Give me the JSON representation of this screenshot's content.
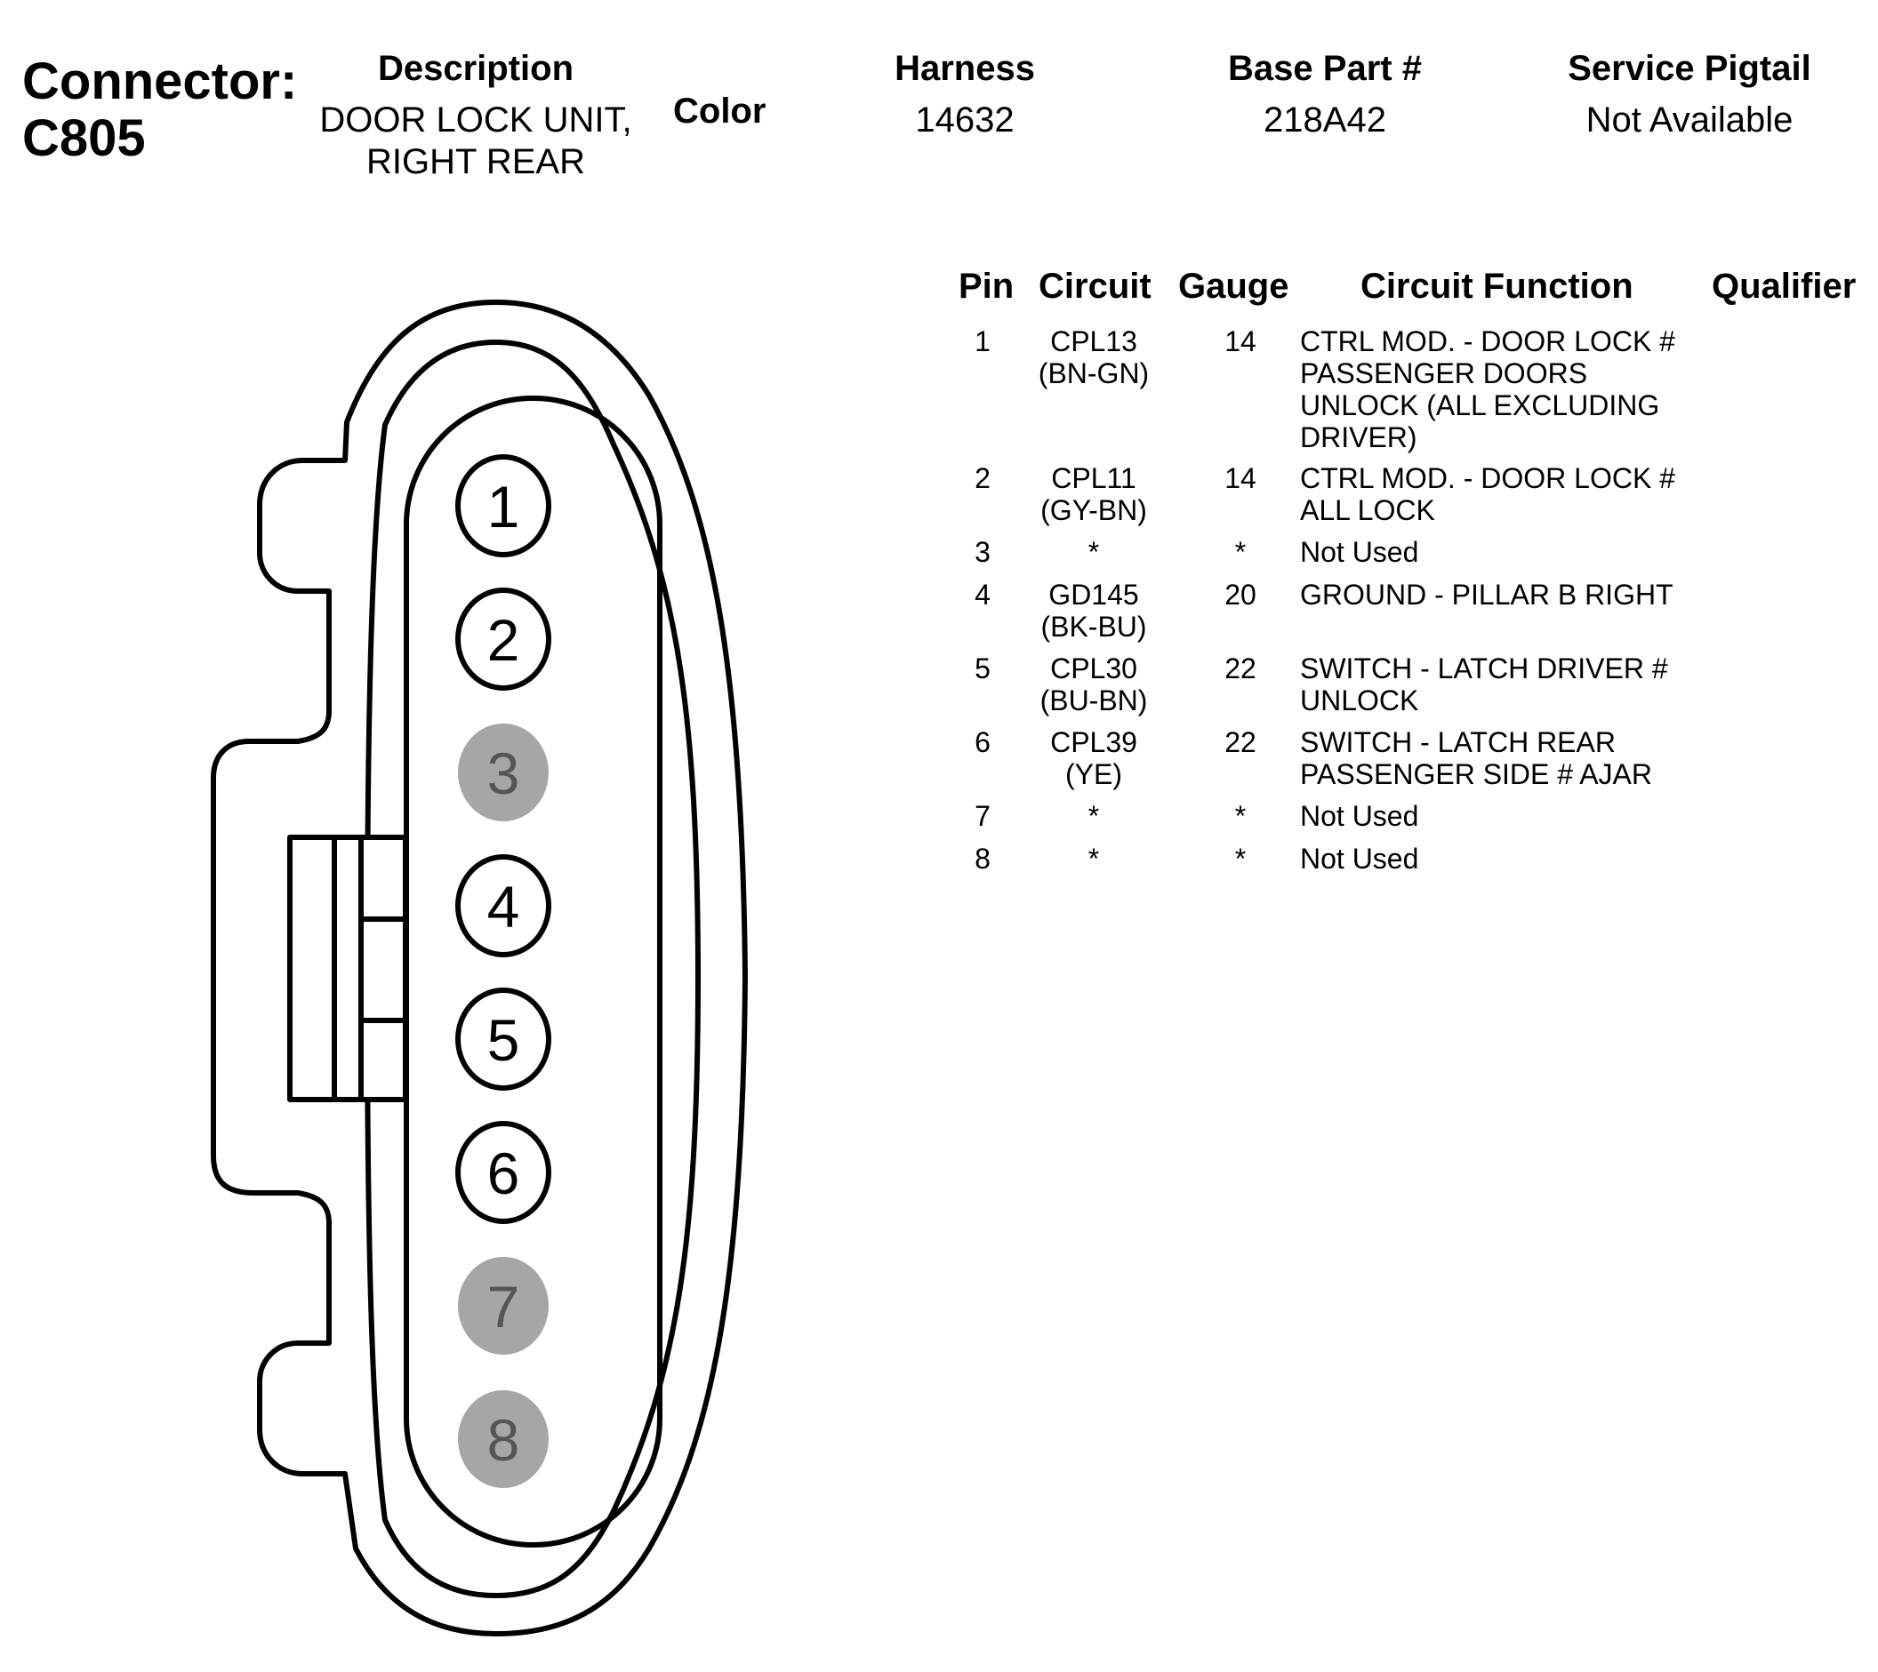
{
  "connector": {
    "label": "Connector:",
    "id": "C805"
  },
  "header": {
    "description_label": "Description",
    "description_line1": "DOOR LOCK UNIT,",
    "description_line2": "RIGHT REAR",
    "color_label": "Color",
    "harness_label": "Harness",
    "harness_value": "14632",
    "base_part_label": "Base Part #",
    "base_part_value": "218A42",
    "service_pigtail_label": "Service Pigtail",
    "service_pigtail_value": "Not Available"
  },
  "table": {
    "columns": [
      "Pin",
      "Circuit",
      "Gauge",
      "Circuit Function",
      "Qualifier"
    ],
    "rows": [
      {
        "pin": "1",
        "circuit": "CPL13\n(BN-GN)",
        "gauge": "14",
        "function": "CTRL MOD. - DOOR LOCK #\nPASSENGER DOORS\nUNLOCK (ALL EXCLUDING\nDRIVER)"
      },
      {
        "pin": "2",
        "circuit": "CPL11\n(GY-BN)",
        "gauge": "14",
        "function": "CTRL MOD. - DOOR LOCK #\nALL LOCK"
      },
      {
        "pin": "3",
        "circuit": "*",
        "gauge": "*",
        "function": "Not Used"
      },
      {
        "pin": "4",
        "circuit": "GD145\n(BK-BU)",
        "gauge": "20",
        "function": "GROUND - PILLAR B RIGHT"
      },
      {
        "pin": "5",
        "circuit": "CPL30\n(BU-BN)",
        "gauge": "22",
        "function": "SWITCH - LATCH DRIVER #\nUNLOCK"
      },
      {
        "pin": "6",
        "circuit": "CPL39\n(YE)",
        "gauge": "22",
        "function": "SWITCH - LATCH REAR\nPASSENGER SIDE # AJAR"
      },
      {
        "pin": "7",
        "circuit": "*",
        "gauge": "*",
        "function": "Not Used"
      },
      {
        "pin": "8",
        "circuit": "*",
        "gauge": "*",
        "function": "Not Used"
      }
    ]
  },
  "diagram": {
    "pins": [
      {
        "label": "1",
        "used": true
      },
      {
        "label": "2",
        "used": true
      },
      {
        "label": "3",
        "used": false
      },
      {
        "label": "4",
        "used": true
      },
      {
        "label": "5",
        "used": true
      },
      {
        "label": "6",
        "used": true
      },
      {
        "label": "7",
        "used": false
      },
      {
        "label": "8",
        "used": false
      }
    ],
    "colors": {
      "used_fill": "#ffffff",
      "unused_fill": "#a6a6a6",
      "unused_text": "#555555",
      "outline": "#000000"
    }
  }
}
